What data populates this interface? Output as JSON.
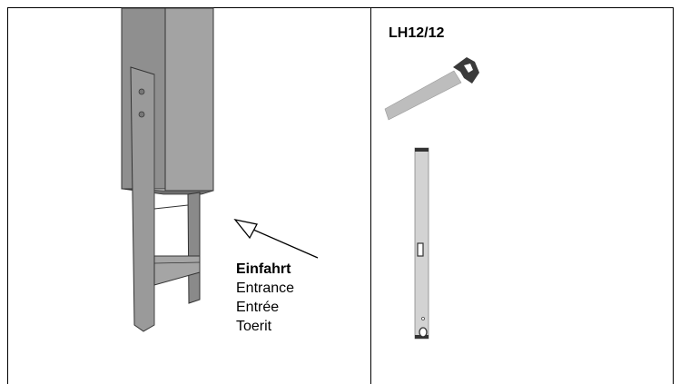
{
  "model": {
    "code": "LH12/12"
  },
  "labels": {
    "primary": "Einfahrt",
    "en": "Entrance",
    "fr": "Entrée",
    "nl": "Toerit"
  },
  "icons": {
    "post_anchor": "post-anchor-illustration",
    "arrow": "arrow-icon",
    "saw": "saw-icon",
    "level": "spirit-level-icon"
  }
}
